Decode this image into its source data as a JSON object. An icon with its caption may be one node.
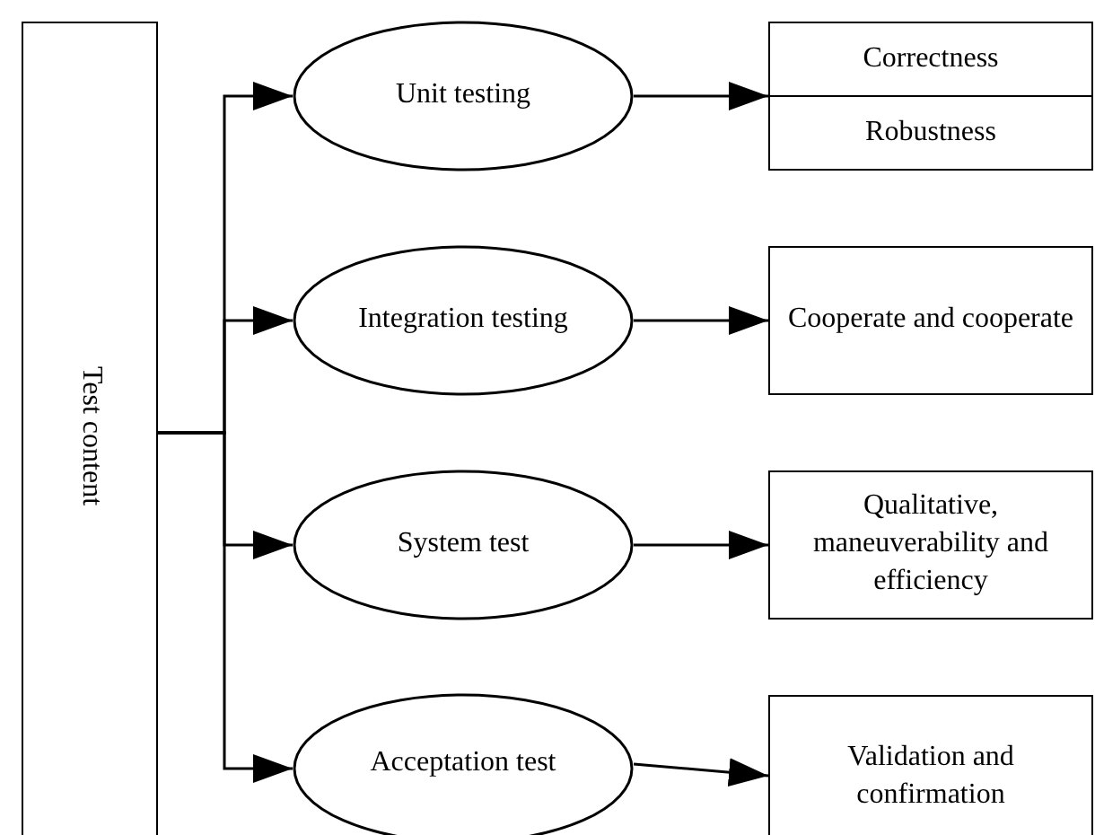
{
  "diagram": {
    "nodes": [
      {
        "text": [
          "Test content"
        ]
      },
      {
        "text": [
          "Unit testing"
        ]
      },
      {
        "text": [
          "Correctness",
          "Robustness"
        ]
      },
      {
        "text": [
          "Integration testing"
        ]
      },
      {
        "text": [
          "Cooperate and cooperate"
        ]
      },
      {
        "text": [
          "System test"
        ]
      },
      {
        "text": [
          "Qualitative, maneuverability and efficiency"
        ]
      },
      {
        "text": [
          "Acceptation test"
        ]
      },
      {
        "text": [
          "Validation and confirmation"
        ]
      }
    ],
    "edges": [
      {
        "from": 0,
        "to": 1,
        "arrow": "to"
      },
      {
        "from": 0,
        "to": 3,
        "arrow": "to"
      },
      {
        "from": 0,
        "to": 5,
        "arrow": "to"
      },
      {
        "from": 0,
        "to": 7,
        "arrow": "to"
      },
      {
        "from": 1,
        "to": 2,
        "arrow": "to"
      },
      {
        "from": 3,
        "to": 4,
        "arrow": "to"
      },
      {
        "from": 5,
        "to": 6,
        "arrow": "to"
      },
      {
        "from": 7,
        "to": 8,
        "arrow": "to"
      }
    ]
  }
}
